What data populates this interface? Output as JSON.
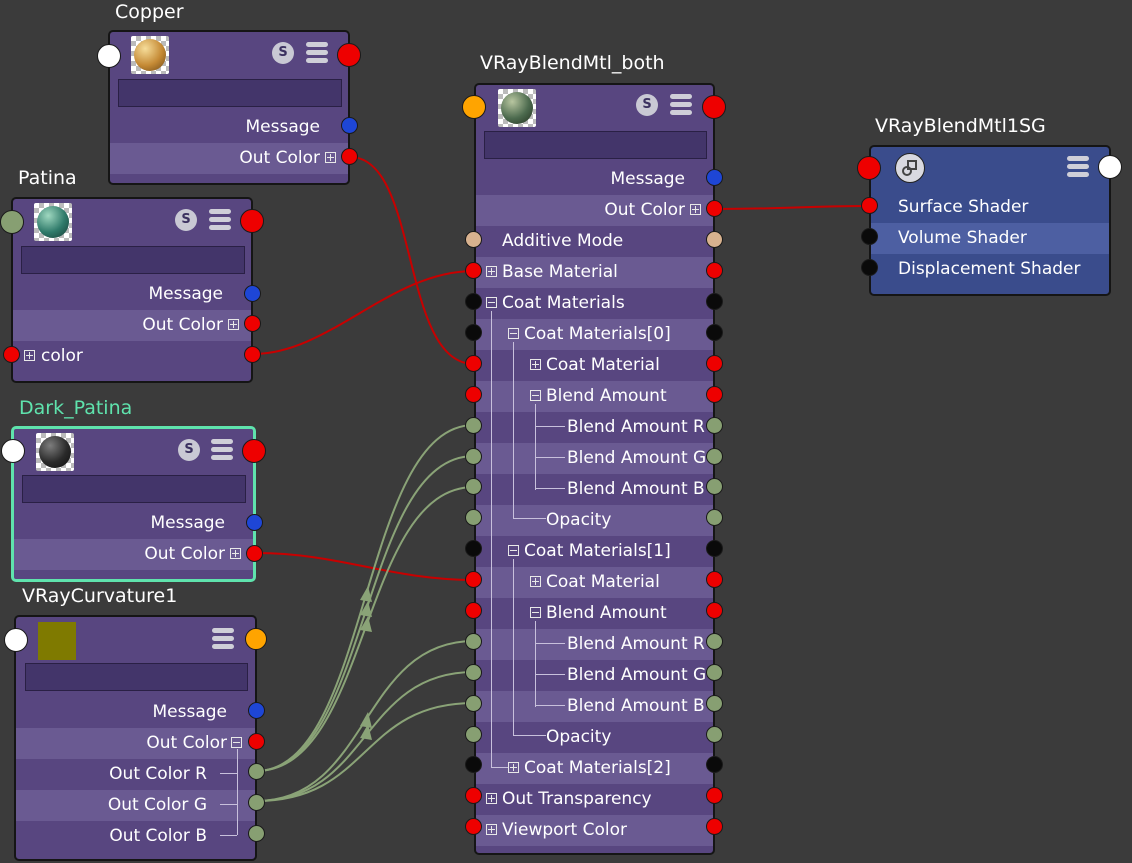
{
  "colors": {
    "background": "#3b3b3b",
    "node_body": "#584680",
    "shading_group_body": "#3a4c8c",
    "selection_outline": "#5fe3ad",
    "connection_red": "#c80000",
    "connection_green": "#8aa377"
  },
  "icons": {
    "swatch_copper": "copper-sphere-icon",
    "swatch_patina": "patina-sphere-icon",
    "swatch_dark_patina": "dark-patina-sphere-icon",
    "swatch_blend": "blend-sphere-icon",
    "swatch_curvature": "curvature-swatch-icon",
    "swatch_toggle": "swatch-toggle-icon",
    "attr_menu": "attribute-list-icon",
    "shading_group": "shading-group-icon"
  },
  "nodes": {
    "copper": {
      "title": "Copper",
      "swatch_label": "S",
      "rows": {
        "message": "Message",
        "out_color": "Out Color"
      }
    },
    "patina": {
      "title": "Patina",
      "swatch_label": "S",
      "rows": {
        "message": "Message",
        "out_color": "Out Color",
        "color": "color"
      }
    },
    "dark_patina": {
      "title": "Dark_Patina",
      "swatch_label": "S",
      "selected": true,
      "rows": {
        "message": "Message",
        "out_color": "Out Color"
      }
    },
    "curvature": {
      "title": "VRayCurvature1",
      "rows": {
        "message": "Message",
        "out_color": "Out Color",
        "out_color_r": "Out Color R",
        "out_color_g": "Out Color G",
        "out_color_b": "Out Color B"
      }
    },
    "blend": {
      "title": "VRayBlendMtl_both",
      "swatch_label": "S",
      "rows": {
        "message": "Message",
        "out_color": "Out Color",
        "additive_mode": "Additive Mode",
        "base_material": "Base Material",
        "coat_materials": "Coat Materials",
        "coat_materials_0": "Coat Materials[0]",
        "coat_material": "Coat Material",
        "blend_amount": "Blend Amount",
        "blend_amount_r": "Blend Amount R",
        "blend_amount_g": "Blend Amount G",
        "blend_amount_b": "Blend Amount B",
        "opacity": "Opacity",
        "coat_materials_1": "Coat Materials[1]",
        "coat_materials_2": "Coat Materials[2]",
        "out_transparency": "Out Transparency",
        "viewport_color": "Viewport Color"
      }
    },
    "shading_group": {
      "title": "VRayBlendMtl1SG",
      "rows": {
        "surface_shader": "Surface Shader",
        "volume_shader": "Volume Shader",
        "displacement_shader": "Displacement Shader"
      }
    }
  }
}
